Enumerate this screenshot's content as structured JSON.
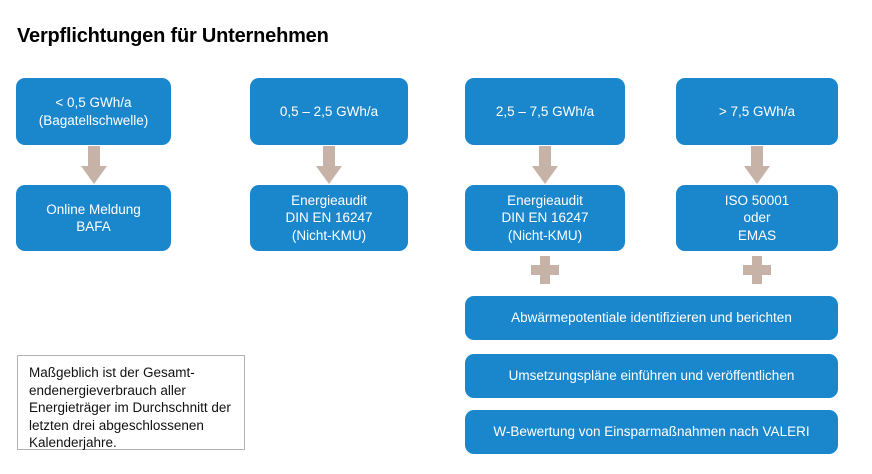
{
  "title": "Verpflichtungen für Unternehmen",
  "colors": {
    "box_blue": "#1a87cd",
    "connector_tan": "#c7b2a7",
    "note_border": "#b3b3b3",
    "title_text": "#000000",
    "box_text": "#ffffff"
  },
  "columns": [
    {
      "threshold": {
        "line1": "< 0,5 GWh/a",
        "line2": "(Bagatellschwelle)",
        "line3": ""
      },
      "connector": "down-arrow",
      "requirement": {
        "line1": "Online Meldung",
        "line2": "BAFA",
        "line3": ""
      },
      "has_plus": false
    },
    {
      "threshold": {
        "line1": "0,5 – 2,5 GWh/a",
        "line2": "",
        "line3": ""
      },
      "connector": "down-arrow",
      "requirement": {
        "line1": "Energieaudit",
        "line2": "DIN EN 16247",
        "line3": "(Nicht-KMU)"
      },
      "has_plus": false
    },
    {
      "threshold": {
        "line1": "2,5 – 7,5 GWh/a",
        "line2": "",
        "line3": ""
      },
      "connector": "down-arrow",
      "requirement": {
        "line1": "Energieaudit",
        "line2": "DIN EN 16247",
        "line3": "(Nicht-KMU)"
      },
      "has_plus": true
    },
    {
      "threshold": {
        "line1": "> 7,5 GWh/a",
        "line2": "",
        "line3": ""
      },
      "connector": "down-arrow",
      "requirement": {
        "line1": "ISO 50001",
        "line2": "oder",
        "line3": "EMAS"
      },
      "has_plus": true
    }
  ],
  "obligations": [
    "Abwärmepotentiale identifizieren und berichten",
    "Umsetzungspläne einführen und veröffentlichen",
    "W-Bewertung von Einsparmaßnahmen nach VALERI"
  ],
  "note": {
    "line1": "Maßgeblich ist der Gesamt-",
    "line2": "endenergieverbrauch aller",
    "line3": "Energieträger im Durchschnitt der",
    "line4": "letzten drei abgeschlossenen",
    "line5": "Kalenderjahre."
  }
}
